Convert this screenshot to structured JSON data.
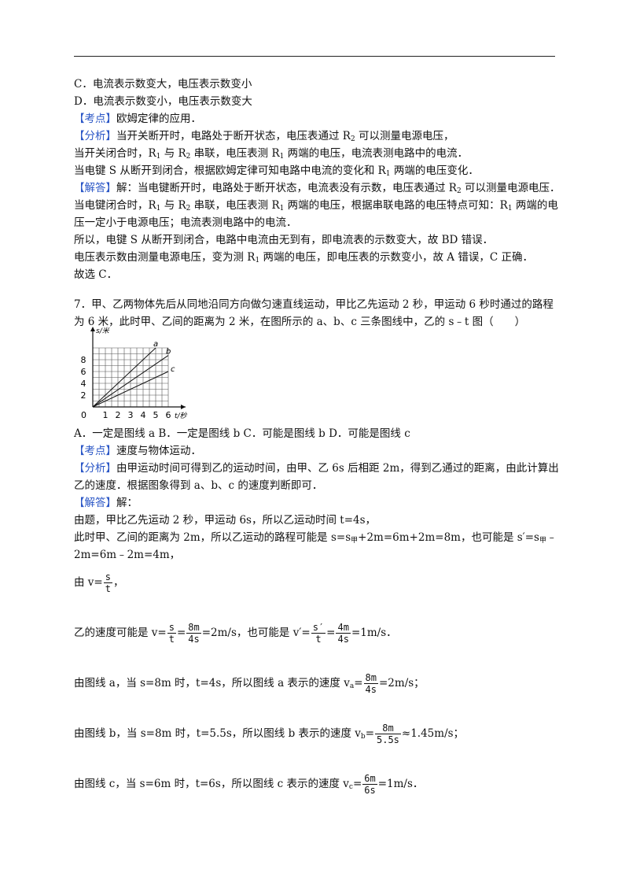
{
  "options_q6": [
    "C．电流表示数变大，电压表示数变小",
    "D．电流表示数变小，电压表示数变大"
  ],
  "q6": {
    "kaodian_tag": "【考点】",
    "kaodian_text": "欧姆定律的应用．",
    "fenxi_tag": "【分析】",
    "fenxi_1a": "当开关断开时，电路处于断开状态，电压表通过 R",
    "fenxi_1b": " 可以测量电源电压，",
    "fenxi_2a": "当开关闭合时，R",
    "fenxi_2b": " 与 R",
    "fenxi_2c": " 串联，电压表测 R",
    "fenxi_2d": " 两端的电压，电流表测电路中的电流．",
    "fenxi_3a": "当电键 S 从断开到闭合，根据欧姆定律可知电路中电流的变化和 R",
    "fenxi_3b": " 两端的电压变化．",
    "jieda_tag": "【解答】",
    "jieda_1a": "解：当电键断开时，电路处于断开状态，电流表没有示数，电压表通过 R",
    "jieda_1b": " 可以测量电源电压．",
    "jieda_2a": "当电键闭合时，R",
    "jieda_2b": " 与 R",
    "jieda_2c": " 串联，电压表测 R",
    "jieda_2d": " 两端的电压，根据串联电路的电压特点可知：R",
    "jieda_2e": " 两端的电",
    "jieda_3": "压一定小于电源电压；电流表测电路中的电流．",
    "jieda_4": "所以，电键 S 从断开到闭合，电路中电流由无到有，即电流表的示数变大，故 BD 错误．",
    "jieda_5a": "电压表示数由测量电源电压，变为测 R",
    "jieda_5b": " 两端的电压，即电压表的示数变小，故 A 错误，C 正确．",
    "answer": "故选 C．",
    "sub1": "1",
    "sub2": "2"
  },
  "q7": {
    "stem_1": "7．甲、乙两物体先后从同地沿同方向做匀速直线运动，甲比乙先运动 2 秒，甲运动 6 秒时通过的路程",
    "stem_2": "为 6 米，此时甲、乙间的距离为 2 米，在图所示的 a、b、c 三条图线中，乙的 s﹣t 图（　　）",
    "options": "A．一定是图线 a  B．一定是图线 b  C．可能是图线 b  D．可能是图线 c",
    "kaodian_tag": "【考点】",
    "kaodian_text": "速度与物体运动．",
    "fenxi_tag": "【分析】",
    "fenxi_1": "由甲运动时间可得到乙的运动时间，由甲、乙 6s 后相距 2m，得到乙通过的距离，由此计算出",
    "fenxi_2": "乙的速度．根据图象得到 a、b、c 的速度判断即可．",
    "jieda_tag": "【解答】",
    "jieda_label": "解：",
    "sol_1": "由题，甲比乙先运动 2 秒，甲运动 6s，所以乙运动时间 t=4s，",
    "sol_2a": "此时甲、乙间的距离为 2m，所以乙运动的路程可能是 s=s",
    "sol_2b": "+2m=6m+2m=8m，也可能是 s′=s",
    "sol_2c": "﹣",
    "sub_jia": "甲",
    "sol_3": "2m=6m﹣2m=4m，",
    "sol_4": "由 v=",
    "sol_4_end": "，",
    "frac_s": "s",
    "frac_t": "t",
    "sol_5a": "乙的速度可能是 v=",
    "sol_5b": "=",
    "sol_5c": "=2m/s，也可能是 v′=",
    "sol_5d": "=",
    "sol_5e": "=1m/s．",
    "frac_8m": "8m",
    "frac_4s": "4s",
    "frac_sp": "s′",
    "frac_4m": "4m",
    "sol_6a": "由图线 a，当 s=8m 时，t=4s，所以图线 a 表示的速度 v",
    "sol_6sub": "a",
    "sol_6b": "=2m/s；",
    "sol_7a": "由图线 b，当 s=8m 时，t=5.5s，所以图线 b 表示的速度 v",
    "sol_7sub": "b",
    "sol_7b": "≈1.45m/s；",
    "frac_55s": "5.5s",
    "sol_8a": "由图线 c，当 s=6m 时，t=6s，所以图线 c 表示的速度 v",
    "sol_8sub": "c",
    "sol_8b": "=1m/s．",
    "frac_6m": "6m",
    "frac_6s": "6s"
  },
  "chart_data": {
    "type": "line",
    "ylabel": "s/米",
    "xlabel": "t/秒",
    "origin_label": "0",
    "xlim": [
      0,
      6
    ],
    "ylim": [
      0,
      10
    ],
    "x_ticks": [
      "1",
      "2",
      "3",
      "4",
      "5",
      "6"
    ],
    "y_ticks": [
      "2",
      "4",
      "6",
      "8"
    ],
    "grid": true,
    "series": [
      {
        "name": "a",
        "x": [
          0,
          5
        ],
        "y": [
          0,
          10
        ]
      },
      {
        "name": "b",
        "x": [
          0,
          6
        ],
        "y": [
          0,
          8.73
        ]
      },
      {
        "name": "c",
        "x": [
          0,
          6
        ],
        "y": [
          0,
          6
        ]
      }
    ]
  }
}
